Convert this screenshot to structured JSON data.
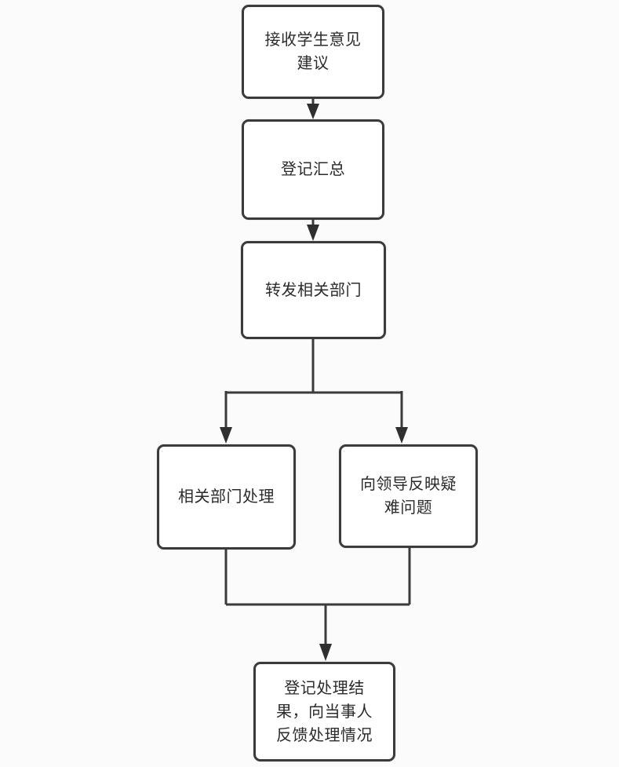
{
  "diagram": {
    "type": "flowchart",
    "colors": {
      "line": "#3b3b3b",
      "box_border": "#3b3b3b",
      "box_fill": "#ffffff",
      "background": "#fbfbfb",
      "text": "#2b2b2b"
    },
    "nodes": [
      {
        "id": "receive",
        "label": "接收学生意见\n建议"
      },
      {
        "id": "register",
        "label": "登记汇总"
      },
      {
        "id": "forward",
        "label": "转发相关部门"
      },
      {
        "id": "dept-handle",
        "label": "相关部门处理"
      },
      {
        "id": "report-leader",
        "label": "向领导反映疑\n难问题"
      },
      {
        "id": "record-result",
        "label": "登记处理结\n果，向当事人\n反馈处理情况"
      }
    ],
    "edges": [
      {
        "from": "receive",
        "to": "register"
      },
      {
        "from": "register",
        "to": "forward"
      },
      {
        "from": "forward",
        "to": "dept-handle"
      },
      {
        "from": "forward",
        "to": "report-leader"
      },
      {
        "from": "dept-handle",
        "to": "record-result"
      },
      {
        "from": "report-leader",
        "to": "record-result"
      }
    ]
  }
}
